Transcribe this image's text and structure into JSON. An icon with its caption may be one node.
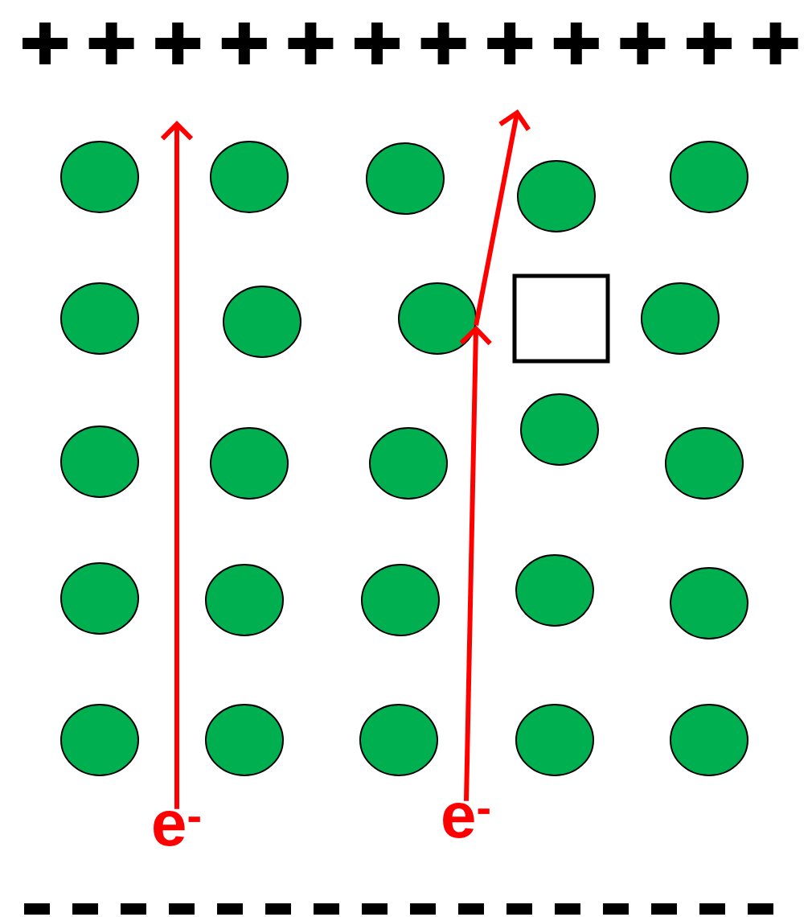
{
  "diagram": {
    "nodes": [
      {
        "text": [],
        "shape": "circle"
      },
      {
        "text": [],
        "shape": "circle"
      },
      {
        "text": [],
        "shape": "circle"
      },
      {
        "text": [],
        "shape": "circle"
      },
      {
        "text": [],
        "shape": "circle"
      },
      {
        "text": [],
        "shape": "circle"
      },
      {
        "text": [],
        "shape": "circle"
      },
      {
        "text": [],
        "shape": "circle"
      },
      {
        "text": [],
        "shape": "box"
      },
      {
        "text": [],
        "shape": "circle"
      },
      {
        "text": [],
        "shape": "circle"
      },
      {
        "text": [],
        "shape": "circle"
      },
      {
        "text": [],
        "shape": "circle"
      },
      {
        "text": [],
        "shape": "circle"
      },
      {
        "text": [],
        "shape": "circle"
      },
      {
        "text": [],
        "shape": "circle"
      },
      {
        "text": [],
        "shape": "circle"
      },
      {
        "text": [],
        "shape": "circle"
      },
      {
        "text": [],
        "shape": "circle"
      },
      {
        "text": [],
        "shape": "circle"
      },
      {
        "text": [],
        "shape": "circle"
      },
      {
        "text": [],
        "shape": "circle"
      },
      {
        "text": [],
        "shape": "circle"
      },
      {
        "text": [],
        "shape": "circle"
      },
      {
        "text": [],
        "shape": "circle"
      },
      {
        "text": [
          "e$^{-}$"
        ]
      },
      {
        "text": [
          "e$^{-}$"
        ]
      }
    ],
    "edges": [
      {
        "from": 25,
        "to": null,
        "arrow": "to"
      },
      {
        "from": 26,
        "to": 7,
        "arrow": "to"
      },
      {
        "from": 7,
        "to": null,
        "arrow": "to"
      }
    ]
  }
}
